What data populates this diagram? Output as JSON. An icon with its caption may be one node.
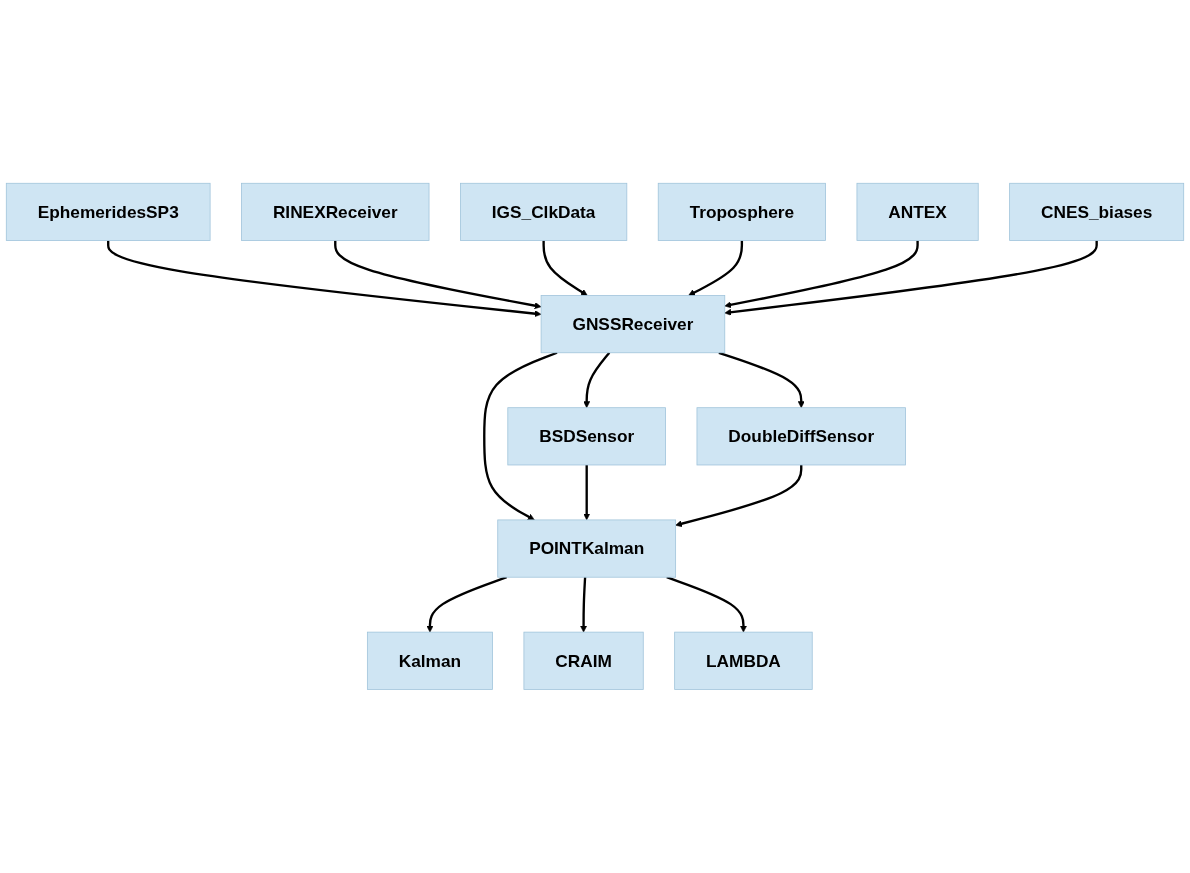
{
  "diagram": {
    "nodes": [
      {
        "text": [
          "RINEXReceiver"
        ]
      },
      {
        "text": [
          "IGS_ClkData"
        ]
      },
      {
        "text": [
          "Troposphere"
        ]
      },
      {
        "text": [
          "EphemeridesSP3"
        ]
      },
      {
        "text": [
          "ANTEX"
        ]
      },
      {
        "text": [
          "GNSSReceiver"
        ]
      },
      {
        "text": [
          "CNES_biases"
        ]
      },
      {
        "text": [
          "BSDSensor"
        ]
      },
      {
        "text": [
          "POINTKalman"
        ]
      },
      {
        "text": [
          "DoubleDiffSensor"
        ]
      },
      {
        "text": [
          "Kalman"
        ]
      },
      {
        "text": [
          "LAMBDA"
        ]
      },
      {
        "text": [
          "CRAIM"
        ]
      }
    ],
    "edges": [
      {
        "from": 3,
        "to": 5,
        "arrow": "to"
      },
      {
        "from": 0,
        "to": 5,
        "arrow": "to"
      },
      {
        "from": 1,
        "to": 5,
        "arrow": "to"
      },
      {
        "from": 2,
        "to": 5,
        "arrow": "to"
      },
      {
        "from": 4,
        "to": 5,
        "arrow": "to"
      },
      {
        "from": 6,
        "to": 5,
        "arrow": "to"
      },
      {
        "from": 5,
        "to": 7,
        "arrow": "to"
      },
      {
        "from": 5,
        "to": 8,
        "arrow": "to"
      },
      {
        "from": 5,
        "to": 9,
        "arrow": "to"
      },
      {
        "from": 7,
        "to": 8,
        "arrow": "to"
      },
      {
        "from": 9,
        "to": 8,
        "arrow": "to"
      },
      {
        "from": 8,
        "to": 10,
        "arrow": "to"
      },
      {
        "from": 8,
        "to": 12,
        "arrow": "to"
      },
      {
        "from": 8,
        "to": 11,
        "arrow": "to"
      }
    ]
  }
}
